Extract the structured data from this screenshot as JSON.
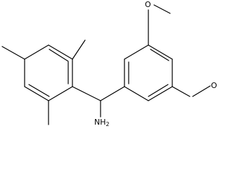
{
  "molecule": {
    "labels": {
      "o_top": "O",
      "o_right": "O",
      "amine_main": "NH",
      "amine_sub": "2"
    }
  }
}
